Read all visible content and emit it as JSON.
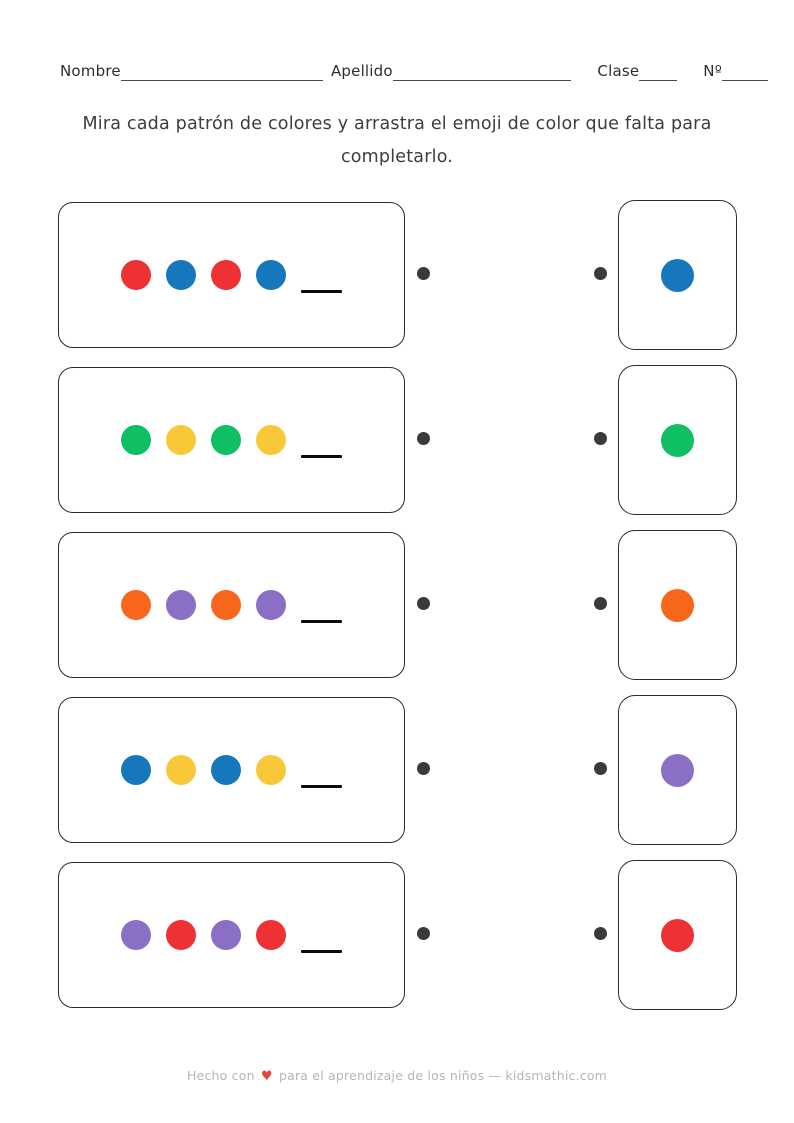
{
  "header": {
    "name_label": "Nombre",
    "surname_label": "Apellido",
    "class_label": "Clase",
    "number_label": "Nº"
  },
  "instruction": "Mira cada patrón de colores y arrastra el emoji de color que falta para completarlo.",
  "colors": {
    "red": "#ee3135",
    "blue": "#1777bd",
    "green": "#0fbf61",
    "yellow": "#f8c839",
    "orange": "#f8661c",
    "purple": "#8b6ec5",
    "connector": "#3a3a3a",
    "card_border": "#2c2c2c",
    "heart": "#e8413e"
  },
  "rows": [
    {
      "pattern": [
        "red",
        "blue",
        "red",
        "blue"
      ],
      "answer": "blue"
    },
    {
      "pattern": [
        "green",
        "yellow",
        "green",
        "yellow"
      ],
      "answer": "green"
    },
    {
      "pattern": [
        "orange",
        "purple",
        "orange",
        "purple"
      ],
      "answer": "orange"
    },
    {
      "pattern": [
        "blue",
        "yellow",
        "blue",
        "yellow"
      ],
      "answer": "purple"
    },
    {
      "pattern": [
        "purple",
        "red",
        "purple",
        "red"
      ],
      "answer": "red"
    }
  ],
  "footer": {
    "text_before_heart": "Hecho con",
    "heart_icon": "♥",
    "text_after_heart": "para el aprendizaje de los niños — kidsmathic.com"
  }
}
